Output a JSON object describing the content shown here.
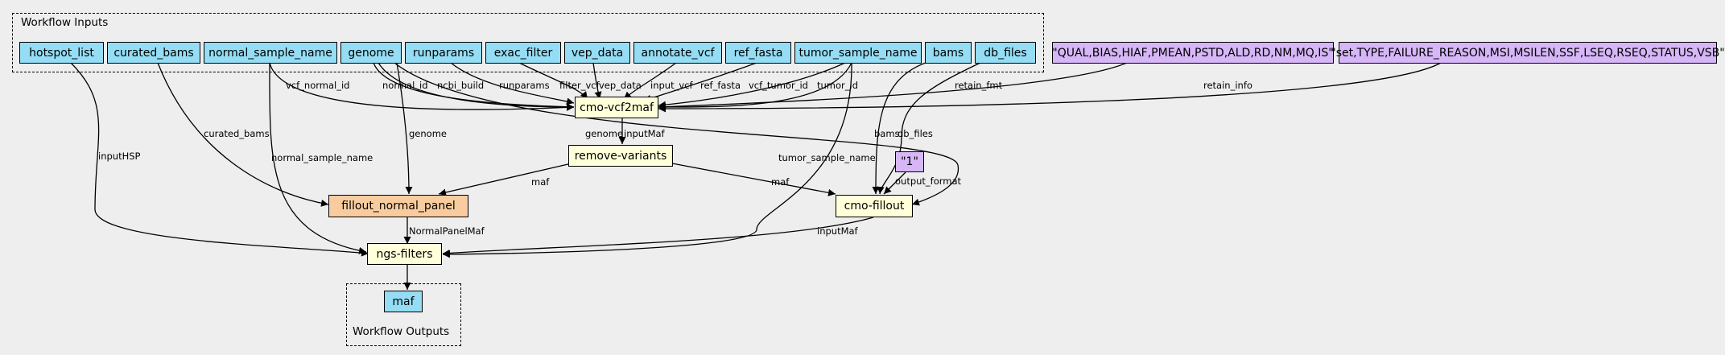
{
  "clusters": {
    "inputs_label": "Workflow Inputs",
    "outputs_label": "Workflow Outputs"
  },
  "inputs": {
    "hotspot_list": "hotspot_list",
    "curated_bams": "curated_bams",
    "normal_sample_name": "normal_sample_name",
    "genome": "genome",
    "runparams": "runparams",
    "exac_filter": "exac_filter",
    "vep_data": "vep_data",
    "annotate_vcf": "annotate_vcf",
    "ref_fasta": "ref_fasta",
    "tumor_sample_name": "tumor_sample_name",
    "bams": "bams",
    "db_files": "db_files"
  },
  "params": {
    "retain_fmt": "\"QUAL,BIAS,HIAF,PMEAN,PSTD,ALD,RD,NM,MQ,IS\"",
    "retain_info": "\"set,TYPE,FAILURE_REASON,MSI,MSILEN,SSF,LSEQ,RSEQ,STATUS,VSB\"",
    "output_format": "\"1\""
  },
  "steps": {
    "cmo_vcf2maf": "cmo-vcf2maf",
    "remove_variants": "remove-variants",
    "fillout_normal_panel": "fillout_normal_panel",
    "cmo_fillout": "cmo-fillout",
    "ngs_filters": "ngs-filters"
  },
  "outputs": {
    "maf": "maf"
  },
  "edge_labels": {
    "vcf_normal_id": "vcf_normal_id",
    "normal_id": "normal_id",
    "ncbi_build": "ncbi_build",
    "runparams": "runparams",
    "filter_vcf": "filter_vcf",
    "vep_data": "vep_data",
    "input_vcf": "input_vcf",
    "ref_fasta": "ref_fasta",
    "vcf_tumor_id": "vcf_tumor_id",
    "tumor_id": "tumor_id",
    "retain_fmt": "retain_fmt",
    "retain_info": "retain_info",
    "inputHSP": "inputHSP",
    "curated_bams": "curated_bams",
    "normal_sample_name": "normal_sample_name",
    "genome_fillout": "genome",
    "genome_cmo": "genome",
    "inputMaf_vcf2maf": "inputMaf",
    "maf_fnp": "maf",
    "maf_cmo": "maf",
    "tumor_sample_name": "tumor_sample_name",
    "bams": "bams",
    "db_files": "db_files",
    "output_format": "output_format",
    "NormalPanelMaf": "NormalPanelMaf",
    "inputMaf_fillout": "inputMaf"
  }
}
